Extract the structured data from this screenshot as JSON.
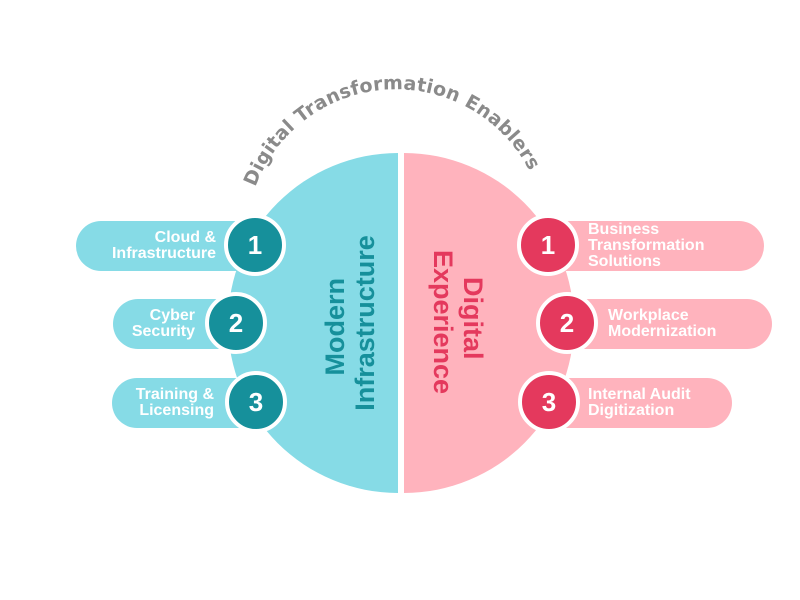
{
  "title": "Digital Transformation Enablers",
  "colors": {
    "teal_light": "#86dbe6",
    "teal_dark": "#16909b",
    "pink_light": "#ffb3bd",
    "pink_dark": "#e4395d",
    "title_gray": "#8a8a8a"
  },
  "left": {
    "heading_line1": "Modern",
    "heading_line2": "Infrastructure",
    "items": [
      {
        "number": "1",
        "label": "Cloud &\nInfrastructure"
      },
      {
        "number": "2",
        "label": "Cyber\nSecurity"
      },
      {
        "number": "3",
        "label": "Training &\nLicensing"
      }
    ]
  },
  "right": {
    "heading_line1": "Digital",
    "heading_line2": "Experience",
    "items": [
      {
        "number": "1",
        "label": "Business\nTransformation\nSolutions"
      },
      {
        "number": "2",
        "label": "Workplace\nModernization"
      },
      {
        "number": "3",
        "label": "Internal Audit\nDigitization"
      }
    ]
  }
}
